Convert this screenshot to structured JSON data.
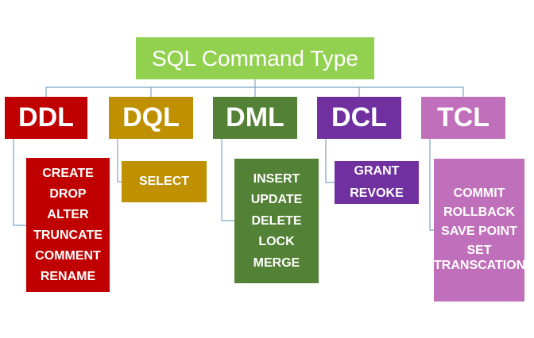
{
  "root": {
    "label": "SQL Command Type",
    "color": "#92d050"
  },
  "categories": [
    {
      "key": "ddl",
      "label": "DDL",
      "color": "#c00000",
      "commands": [
        "CREATE",
        "DROP",
        "ALTER",
        "TRUNCATE",
        "COMMENT",
        "RENAME"
      ]
    },
    {
      "key": "dql",
      "label": "DQL",
      "color": "#bf9000",
      "commands": [
        "SELECT"
      ]
    },
    {
      "key": "dml",
      "label": "DML",
      "color": "#538135",
      "commands": [
        "INSERT",
        "UPDATE",
        "DELETE",
        "LOCK",
        "MERGE"
      ]
    },
    {
      "key": "dcl",
      "label": "DCL",
      "color": "#7030a0",
      "commands": [
        "GRANT",
        "REVOKE"
      ]
    },
    {
      "key": "tcl",
      "label": "TCL",
      "color": "#c06fba",
      "commands": [
        "COMMIT",
        "ROLLBACK",
        "SAVE POINT",
        "SET TRANSCATION"
      ]
    }
  ],
  "connector_color": "#7ea3c8"
}
